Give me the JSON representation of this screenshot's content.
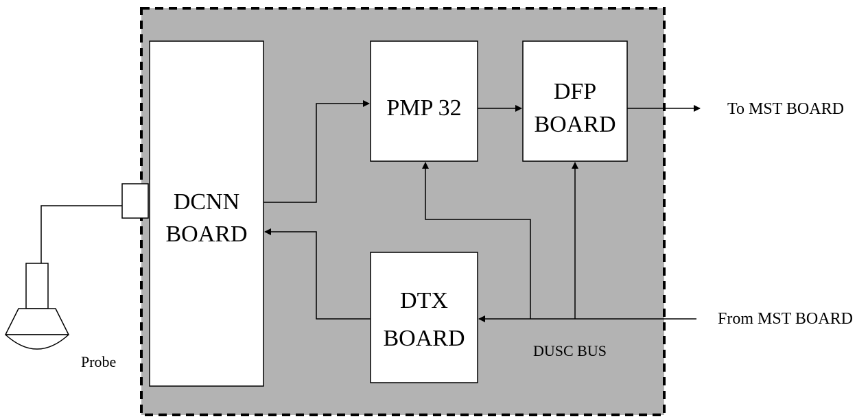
{
  "blocks": {
    "dcnn": {
      "line1": "DCNN",
      "line2": "BOARD"
    },
    "pmp": {
      "label": "PMP 32"
    },
    "dfp": {
      "line1": "DFP",
      "line2": "BOARD"
    },
    "dtx": {
      "line1": "DTX",
      "line2": "BOARD"
    }
  },
  "labels": {
    "to_mst": "To MST BOARD",
    "from_mst": "From MST BOARD",
    "dusc_bus": "DUSC BUS",
    "probe": "Probe"
  },
  "colors": {
    "enclosure_fill": "#b3b3b3",
    "box_fill": "#ffffff",
    "line": "#000000"
  }
}
